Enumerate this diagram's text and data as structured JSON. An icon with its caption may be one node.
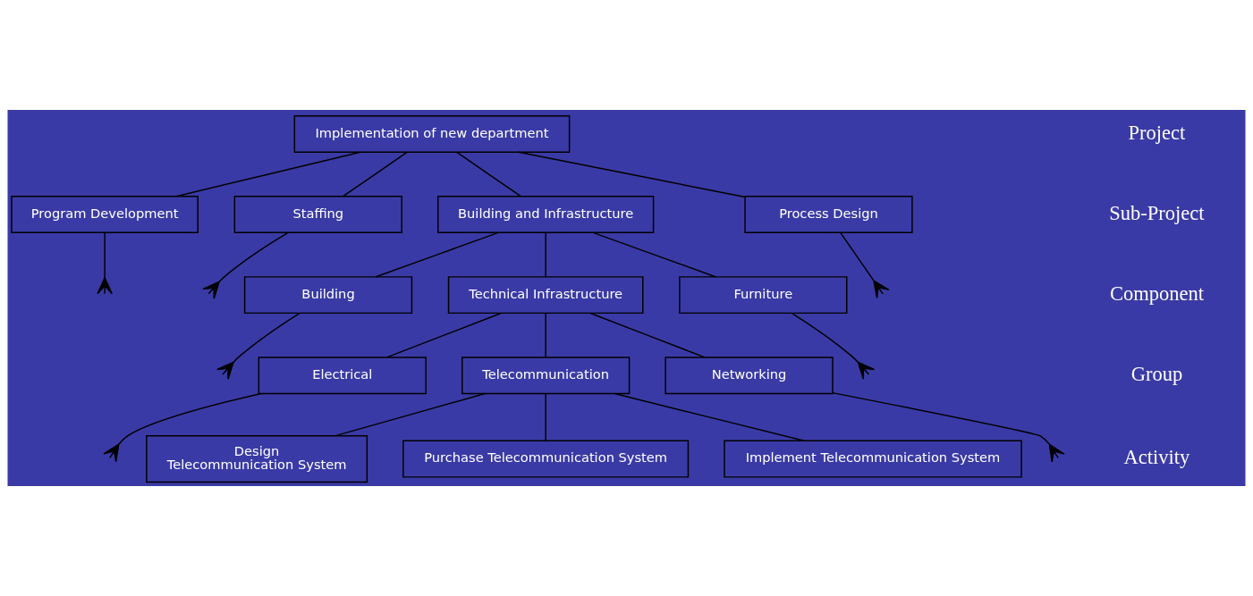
{
  "diagram": {
    "nodes": [
      {
        "text": [
          "Implementation of new department"
        ]
      },
      {
        "text": [
          "Program Development"
        ]
      },
      {
        "text": [
          "Staffing"
        ]
      },
      {
        "text": [
          "Building and Infrastructure"
        ]
      },
      {
        "text": [
          "Process Design"
        ]
      },
      {
        "text": [
          "Building"
        ]
      },
      {
        "text": [
          "Technical Infrastructure"
        ]
      },
      {
        "text": [
          "Furniture"
        ]
      },
      {
        "text": [
          "Electrical"
        ]
      },
      {
        "text": [
          "Telecommunication"
        ]
      },
      {
        "text": [
          "Networking"
        ]
      },
      {
        "text": [
          "Design",
          "Telecommunication System"
        ]
      },
      {
        "text": [
          "Purchase Telecommunication System"
        ]
      },
      {
        "text": [
          "Implement Telecommunication System"
        ]
      }
    ],
    "edges": [
      {
        "from": 0,
        "to": 1,
        "arrow": "none"
      },
      {
        "from": 0,
        "to": 2,
        "arrow": "none"
      },
      {
        "from": 0,
        "to": 3,
        "arrow": "none"
      },
      {
        "from": 0,
        "to": 4,
        "arrow": "none"
      },
      {
        "from": 1,
        "to": null,
        "arrow": "other"
      },
      {
        "from": 2,
        "to": null,
        "arrow": "other"
      },
      {
        "from": 4,
        "to": null,
        "arrow": "other"
      },
      {
        "from": 3,
        "to": 5,
        "arrow": "none"
      },
      {
        "from": 3,
        "to": 6,
        "arrow": "none"
      },
      {
        "from": 3,
        "to": 7,
        "arrow": "none"
      },
      {
        "from": 5,
        "to": null,
        "arrow": "other"
      },
      {
        "from": 7,
        "to": null,
        "arrow": "other"
      },
      {
        "from": 6,
        "to": 8,
        "arrow": "none"
      },
      {
        "from": 6,
        "to": 9,
        "arrow": "none"
      },
      {
        "from": 6,
        "to": 10,
        "arrow": "none"
      },
      {
        "from": 8,
        "to": null,
        "arrow": "other"
      },
      {
        "from": 10,
        "to": null,
        "arrow": "other"
      },
      {
        "from": 9,
        "to": 11,
        "arrow": "none"
      },
      {
        "from": 9,
        "to": 12,
        "arrow": "none"
      },
      {
        "from": 9,
        "to": 13,
        "arrow": "none"
      }
    ],
    "labels": [
      "Project",
      "Sub-Project",
      "Component",
      "Group",
      "Activity"
    ]
  }
}
